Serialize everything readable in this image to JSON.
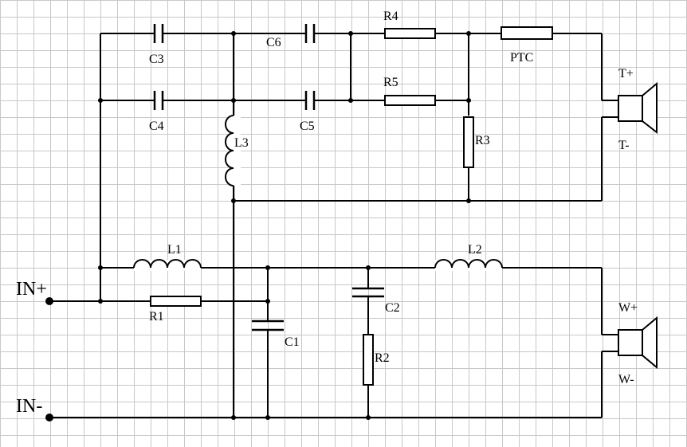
{
  "labels": {
    "c3": "C3",
    "c4": "C4",
    "c6": "C6",
    "c5": "C5",
    "r4": "R4",
    "r5": "R5",
    "r3": "R3",
    "ptc": "PTC",
    "l3": "L3",
    "l1": "L1",
    "l2": "L2",
    "r1": "R1",
    "c1": "C1",
    "c2": "C2",
    "r2": "R2",
    "in_plus": "IN+",
    "in_minus": "IN-",
    "t_plus": "T+",
    "t_minus": "T-",
    "w_plus": "W+",
    "w_minus": "W-"
  },
  "colors": {
    "grid": "#c8c8c8",
    "ink": "#000000",
    "background": "#ffffff"
  },
  "icons": [
    "capacitor-icon",
    "resistor-icon",
    "inductor-icon",
    "speaker-icon",
    "terminal-icon"
  ]
}
